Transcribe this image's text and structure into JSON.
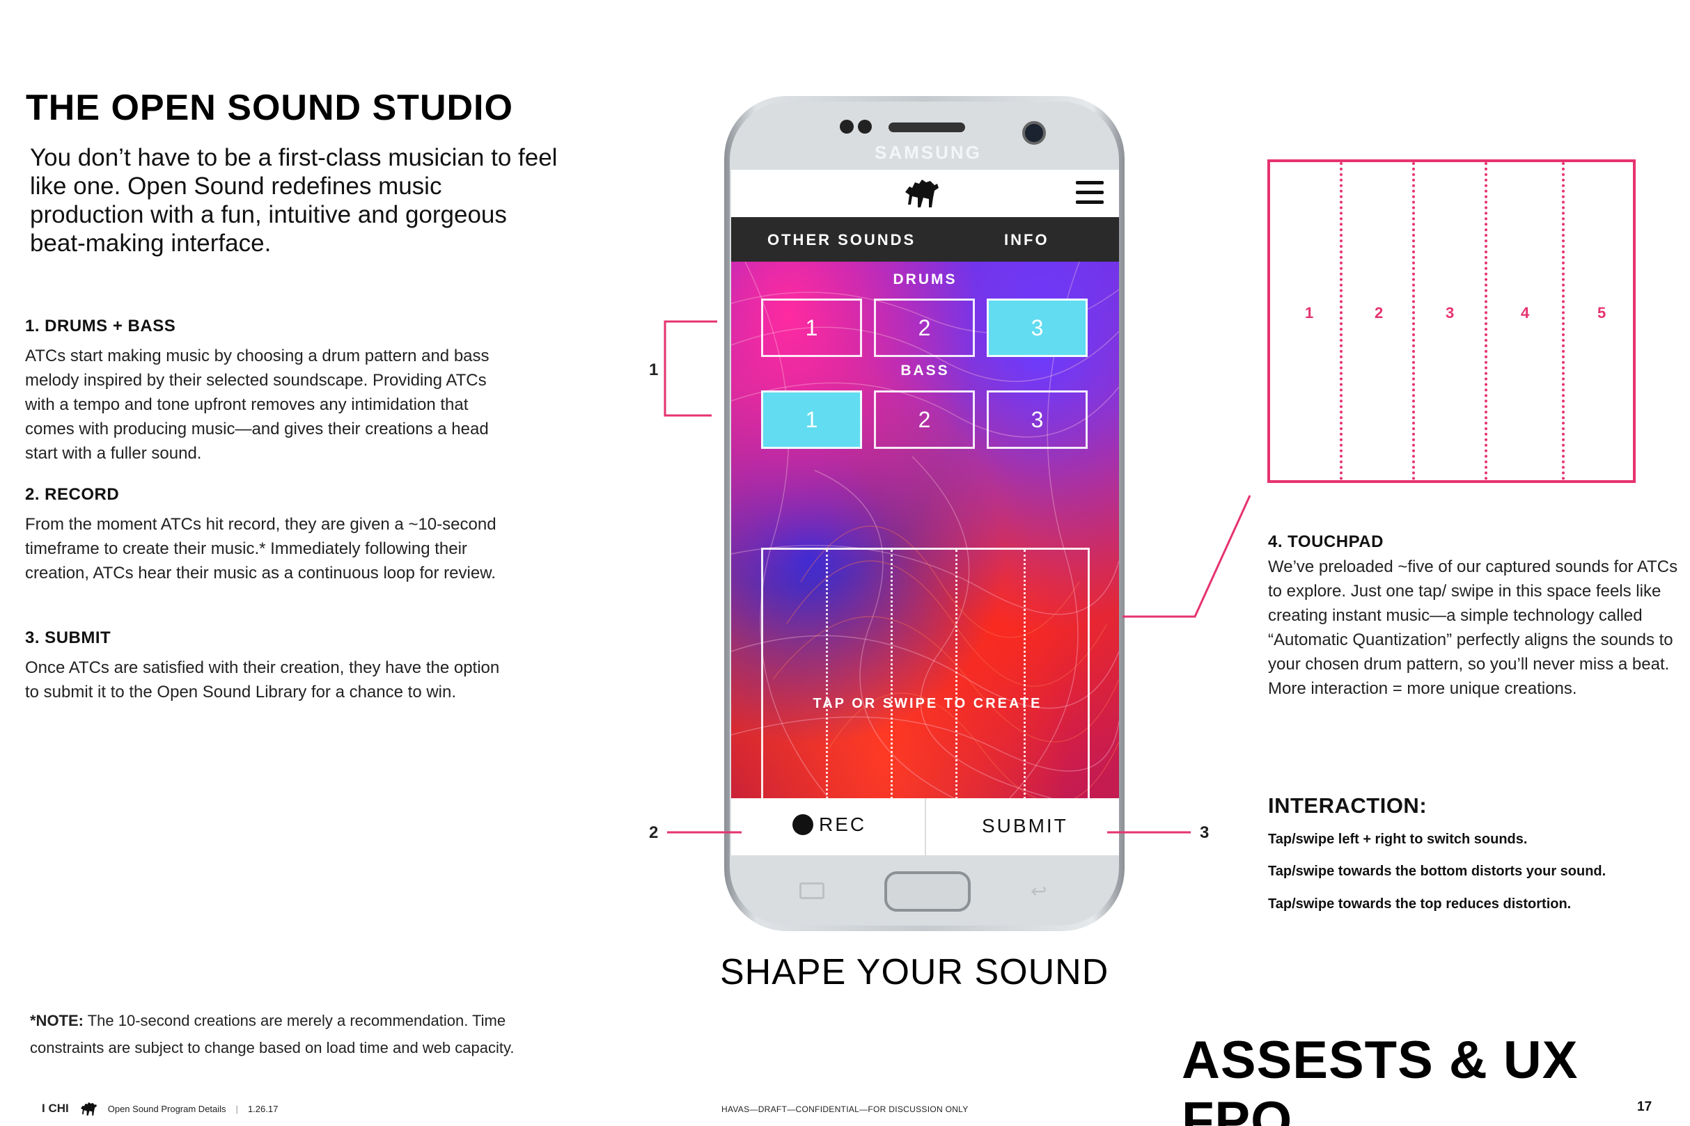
{
  "title": "THE OPEN SOUND STUDIO",
  "intro": "You don’t have to be a first-class musician to feel like one. Open Sound redefines music production with a fun, intuitive and gorgeous beat-making interface.",
  "sections": [
    {
      "heading": "1. DRUMS + BASS",
      "body": "ATCs start making music by choosing a drum pattern and bass melody inspired by their selected soundscape. Providing ATCs with a tempo and tone upfront removes any intimidation that comes with producing music—and gives their creations a head start with a fuller sound."
    },
    {
      "heading": "2. RECORD",
      "body": "From the moment ATCs hit record, they are given a ~10-second timeframe to create their music.* Immediately following their creation, ATCs hear their music as a continuous loop for review."
    },
    {
      "heading": "3. SUBMIT",
      "body": "Once ATCs are satisfied with their creation, they have the option to submit it to the Open Sound Library for a chance to win."
    }
  ],
  "note": {
    "label": "*NOTE:",
    "text": " The 10-second creations are merely a recommendation. Time constraints are subject to change based on load time and web capacity."
  },
  "footer": {
    "brand": "I CHI",
    "doc": "Open Sound Program Details",
    "date": "1.26.17",
    "center": "HAVAS—DRAFT—CONFIDENTIAL—FOR DISCUSSION ONLY",
    "page": "17"
  },
  "phone": {
    "brand": "SAMSUNG",
    "nav": {
      "other": "OTHER SOUNDS",
      "info": "INFO"
    },
    "drums_label": "DRUMS",
    "bass_label": "BASS",
    "drums": [
      "1",
      "2",
      "3"
    ],
    "bass": [
      "1",
      "2",
      "3"
    ],
    "drums_selected": 3,
    "bass_selected": 1,
    "touch_label": "TAP OR SWIPE TO CREATE",
    "rec": "REC",
    "submit": "SUBMIT"
  },
  "callouts": [
    "1",
    "2",
    "3"
  ],
  "shape_title": "SHAPE YOUR SOUND",
  "big_title": "ASSESTS & UX FPO",
  "touchpad": {
    "heading": "4. TOUCHPAD",
    "body": "We’ve preloaded ~five of our captured sounds for ATCs to explore. Just one tap/ swipe in this space feels like creating instant music—a simple technology called “Automatic Quantization” perfectly aligns the sounds to your chosen drum pattern, so you’ll never miss a beat. More interaction = more unique creations.",
    "zones": [
      "1",
      "2",
      "3",
      "4",
      "5"
    ]
  },
  "interaction": {
    "heading": "INTERACTION:",
    "lines": [
      "Tap/swipe left + right to switch sounds.",
      "Tap/swipe towards the bottom distorts your sound.",
      "Tap/swipe towards the top reduces distortion."
    ]
  },
  "colors": {
    "accent": "#e6336e",
    "selected_pad": "#62dcf0"
  }
}
